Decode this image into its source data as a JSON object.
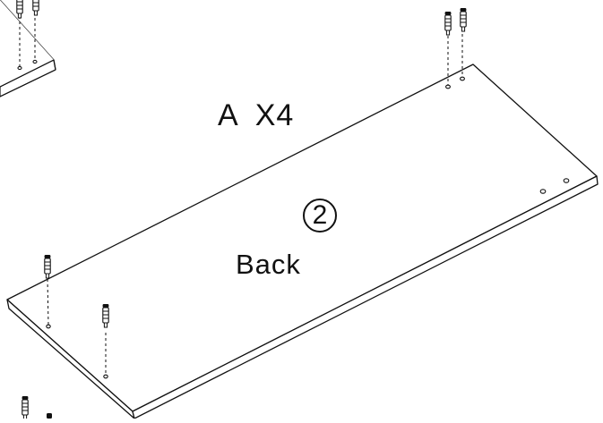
{
  "diagram": {
    "part_label": {
      "part": "A",
      "quantity": "X4"
    },
    "step_number": "2",
    "side_label": "Back",
    "colors": {
      "line": "#111111",
      "panel_fill": "#ffffff",
      "background": "#ffffff"
    },
    "hardware": {
      "item": "dowel-pin-icon",
      "count_on_main_panel": 4
    }
  }
}
